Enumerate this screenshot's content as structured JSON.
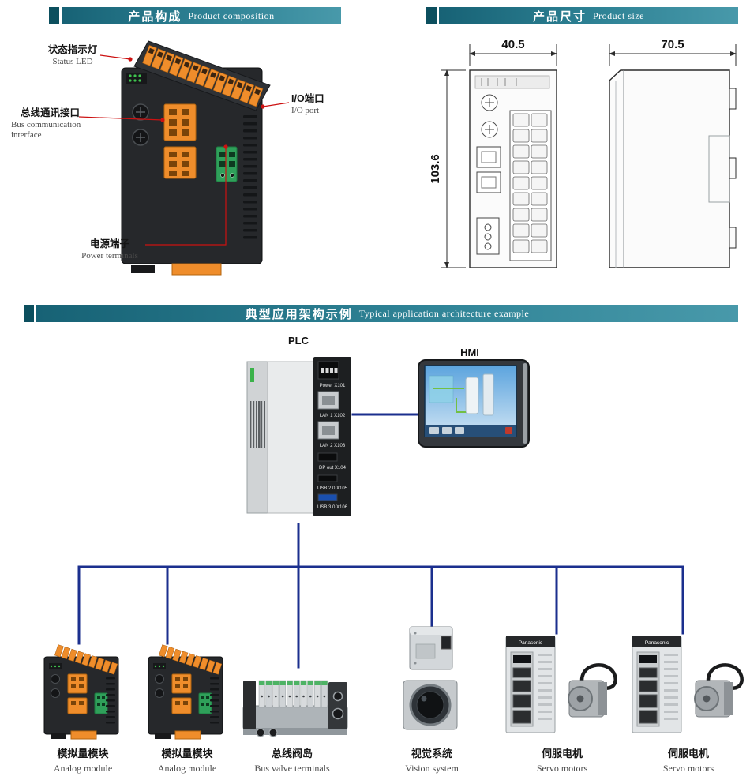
{
  "colors": {
    "banner_chip": "#0c4f5e",
    "banner_teal": "#2f8396",
    "accent_red": "#cc1111",
    "line_blue": "#1b2f8e",
    "terminal_orange": "#ef8d2b"
  },
  "composition": {
    "title_zh": "产品构成",
    "title_en": "Product composition",
    "callouts": {
      "status_led": {
        "zh": "状态指示灯",
        "en": "Status LED"
      },
      "bus_interface": {
        "zh": "总线通讯接口",
        "en": "Bus communication interface"
      },
      "io_port": {
        "zh": "I/O端口",
        "en": "I/O port"
      },
      "power_terminals": {
        "zh": "电源端子",
        "en": "Power terminals"
      }
    }
  },
  "size": {
    "title_zh": "产品尺寸",
    "title_en": "Product size",
    "front_width": "40.5",
    "height": "103.6",
    "depth": "70.5"
  },
  "application": {
    "title_zh": "典型应用架构示例",
    "title_en": "Typical application architecture example",
    "plc_label": "PLC",
    "hmi_label": "HMI",
    "plc_ports": [
      "Power X101",
      "LAN 1 X102",
      "LAN 2 X103",
      "DP out X104",
      "USB 2.0 X105",
      "USB 3.0 X106"
    ],
    "servo_brand": "Panasonic",
    "devices": [
      {
        "zh": "模拟量模块",
        "en": "Analog module"
      },
      {
        "zh": "模拟量模块",
        "en": "Analog module"
      },
      {
        "zh": "总线阀岛",
        "en": "Bus valve terminals"
      },
      {
        "zh": "视觉系统",
        "en": "Vision system"
      },
      {
        "zh": "伺服电机",
        "en": "Servo motors"
      },
      {
        "zh": "伺服电机",
        "en": "Servo motors"
      }
    ]
  }
}
